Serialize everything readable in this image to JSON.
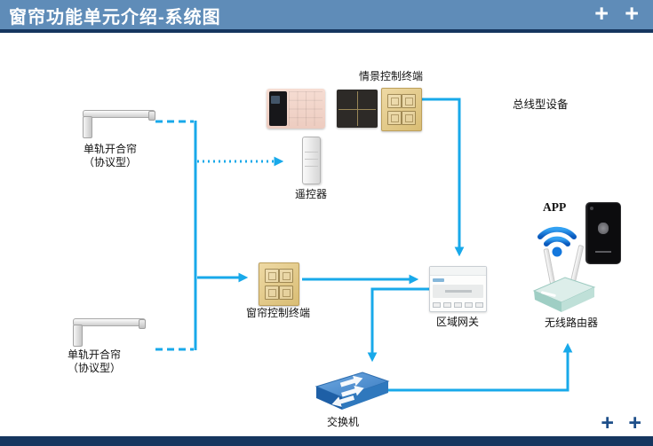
{
  "header": {
    "title": "窗帘功能单元介绍-系统图",
    "plus_left": "+",
    "plus_right": "+"
  },
  "footer": {
    "plus_left": "+",
    "plus_right": "+"
  },
  "colors": {
    "header_bg": "#5f8cb8",
    "header_text": "#ffffff",
    "accent_line": "#16365f",
    "arrow": "#18a9ea",
    "footer_plus": "#1d4e89"
  },
  "diagram": {
    "labels": {
      "scene_terminal": "情景控制终端",
      "bus_devices": "总线型设备",
      "track_top_1": "单轨开合帘",
      "track_top_2": "（协议型）",
      "track_bottom_1": "单轨开合帘",
      "track_bottom_2": "（协议型）",
      "remote": "遥控器",
      "curtain_terminal": "窗帘控制终端",
      "gateway": "区域网关",
      "app": "APP",
      "router": "无线路由器",
      "switch": "交换机"
    }
  }
}
